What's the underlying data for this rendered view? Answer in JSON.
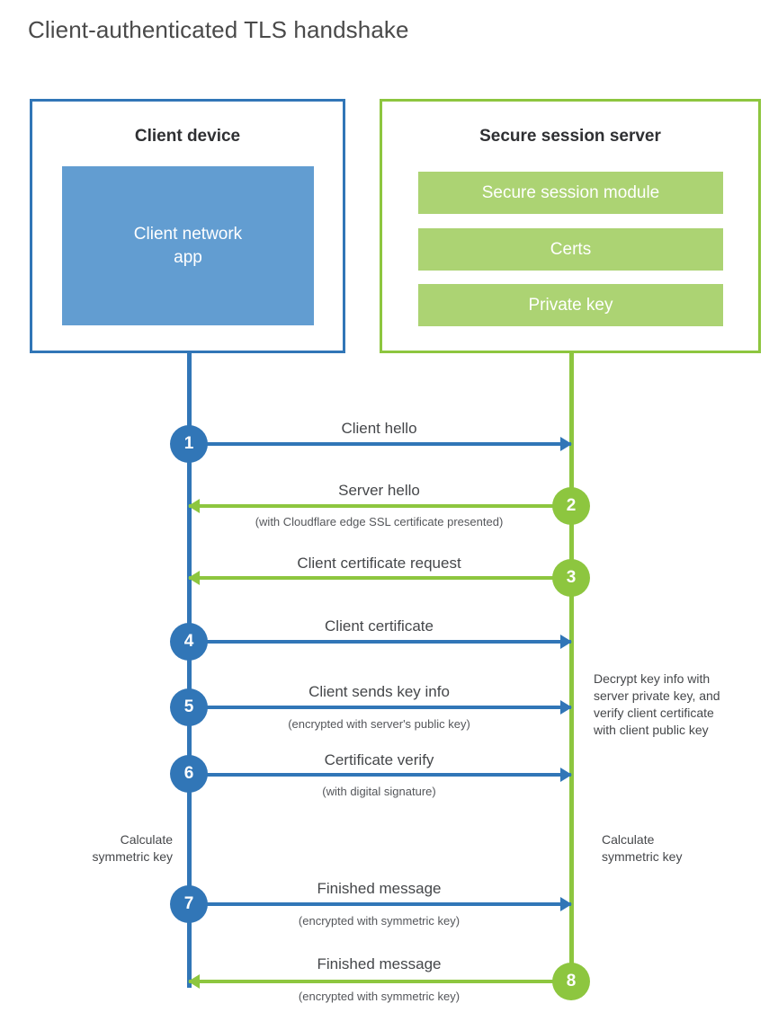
{
  "title": "Client-authenticated TLS handshake",
  "colors": {
    "blue": "#3176b7",
    "blue_fill": "#629dd1",
    "green": "#8dc63f",
    "green_fill": "#acd373",
    "text": "#45474a"
  },
  "client_panel": {
    "title": "Client device",
    "app_line1": "Client network",
    "app_line2": "app"
  },
  "server_panel": {
    "title": "Secure session server",
    "bars": [
      "Secure session module",
      "Certs",
      "Private key"
    ]
  },
  "steps": [
    {
      "number": "1",
      "label": "Client hello",
      "sub": "",
      "direction": "client-to-server",
      "color": "blue"
    },
    {
      "number": "2",
      "label": "Server hello",
      "sub": "(with Cloudflare edge SSL certificate presented)",
      "direction": "server-to-client",
      "color": "green"
    },
    {
      "number": "3",
      "label": "Client certificate request",
      "sub": "",
      "direction": "server-to-client",
      "color": "green"
    },
    {
      "number": "4",
      "label": "Client certificate",
      "sub": "",
      "direction": "client-to-server",
      "color": "blue"
    },
    {
      "number": "5",
      "label": "Client sends key info",
      "sub": "(encrypted with server's public key)",
      "direction": "client-to-server",
      "color": "blue"
    },
    {
      "number": "6",
      "label": "Certificate verify",
      "sub": "(with digital signature)",
      "direction": "client-to-server",
      "color": "blue"
    },
    {
      "number": "7",
      "label": "Finished message",
      "sub": "(encrypted with symmetric key)",
      "direction": "client-to-server",
      "color": "blue"
    },
    {
      "number": "8",
      "label": "Finished message",
      "sub": "(encrypted with symmetric key)",
      "direction": "server-to-client",
      "color": "green"
    }
  ],
  "notes": {
    "server_decrypt_line1": "Decrypt key info with",
    "server_decrypt_line2": "server private key, and",
    "server_decrypt_line3": "verify client certificate",
    "server_decrypt_line4": "with client public key",
    "client_calc_line1": "Calculate",
    "client_calc_line2": "symmetric key",
    "server_calc_line1": "Calculate",
    "server_calc_line2": "symmetric key"
  }
}
